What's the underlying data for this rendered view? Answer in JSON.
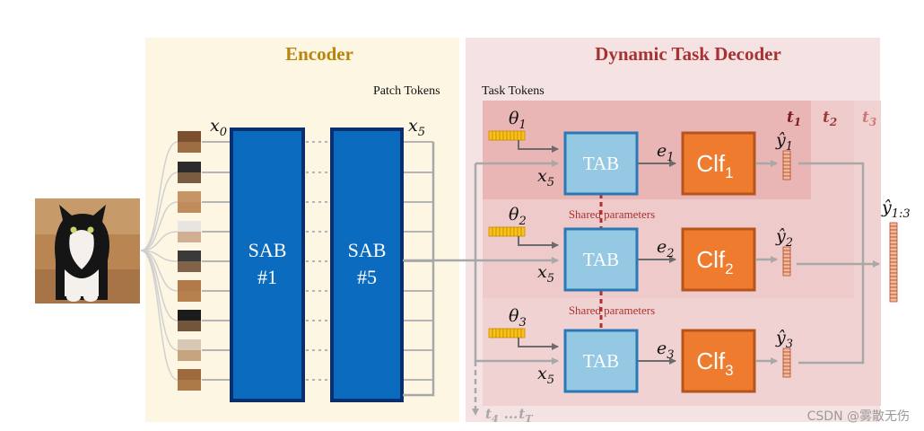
{
  "encoder": {
    "title": "Encoder",
    "patch_tokens_label": "Patch Tokens",
    "input_var": "x",
    "input_sub": "0",
    "output_var": "x",
    "output_sub": "5",
    "sab_blocks": [
      {
        "line1": "SAB",
        "line2": "#1"
      },
      {
        "line1": "SAB",
        "line2": "#5"
      }
    ]
  },
  "decoder": {
    "title": "Dynamic Task Decoder",
    "task_tokens_label": "Task Tokens",
    "shared_label": "Shared parameters",
    "tasks": [
      {
        "theta": "θ",
        "sub": "1",
        "tab": "TAB",
        "x_var": "x",
        "x_sub": "5",
        "e_var": "e",
        "e_sub": "1",
        "clf": "Clf",
        "clf_sub": "1",
        "yhat": "ŷ",
        "y_sub": "1",
        "t_label": "t",
        "t_sub": "1"
      },
      {
        "theta": "θ",
        "sub": "2",
        "tab": "TAB",
        "x_var": "x",
        "x_sub": "5",
        "e_var": "e",
        "e_sub": "2",
        "clf": "Clf",
        "clf_sub": "2",
        "yhat": "ŷ",
        "y_sub": "2",
        "t_label": "t",
        "t_sub": "2"
      },
      {
        "theta": "θ",
        "sub": "3",
        "tab": "TAB",
        "x_var": "x",
        "x_sub": "5",
        "e_var": "e",
        "e_sub": "3",
        "clf": "Clf",
        "clf_sub": "3",
        "yhat": "ŷ",
        "y_sub": "3",
        "t_label": "t",
        "t_sub": "3"
      }
    ],
    "output": {
      "var": "ŷ",
      "sub": "1:3"
    },
    "future_tasks": {
      "t": "t",
      "sub_a": "4",
      "dots": "...",
      "sub_b": "T"
    }
  },
  "watermark": "CSDN @雾散无伤",
  "colors": {
    "encoder_bg": "#fdf6e3",
    "encoder_title": "#b8860b",
    "decoder_bg": "#f5e3e3",
    "decoder_title": "#a83232",
    "task1_bg": "#eab5b5",
    "task2_bg": "#efcaca",
    "task3_bg": "#f1d2d2",
    "sab_fill": "#0b6bbf",
    "sab_stroke": "#0a2f6e",
    "tab_fill": "#95c8e3",
    "tab_stroke": "#2a78b5",
    "clf_fill": "#ee7b2e",
    "clf_stroke": "#b5541b",
    "token_fill": "#f7c21a",
    "token_stroke": "#c78b00",
    "pred_fill": "#f2b99a",
    "pred_stroke": "#b24b2b",
    "arrow": "#a8a8a8",
    "dashed_shared": "#a83232",
    "t1_label": "#7a1f1f",
    "t2_label": "#a03a3a",
    "t3_label": "#d07878"
  },
  "icons": {
    "input_image": "cat-photo"
  }
}
